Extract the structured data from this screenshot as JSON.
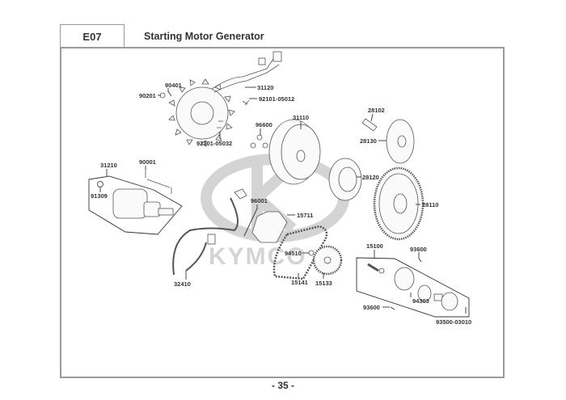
{
  "header": {
    "section_code": "E07",
    "title": "Starting Motor  Generator"
  },
  "watermark": {
    "brand": "KYMCO",
    "color": "#d0d0d0"
  },
  "footer": {
    "page_number": "- 35 -"
  },
  "callouts": {
    "c90401": "90401",
    "c90201": "90201",
    "c31120": "31120",
    "c92101_05012": "92101-05012",
    "c31110": "31110",
    "c96600": "96600",
    "c92101_05032": "92101-05032",
    "c28102": "28102",
    "c28130": "28130",
    "c28120": "28120",
    "c28110": "28110",
    "c31210": "31210",
    "c90001": "90001",
    "c91309": "91309",
    "c96001": "96001",
    "c15711": "15711",
    "c94510": "94510",
    "c15141": "15141",
    "c15133": "15133",
    "c32410": "32410",
    "c15100": "15100",
    "c93600_top": "93600",
    "c93600_bottom": "93600",
    "c94303": "94303",
    "c93500_03010": "93500-03010"
  }
}
